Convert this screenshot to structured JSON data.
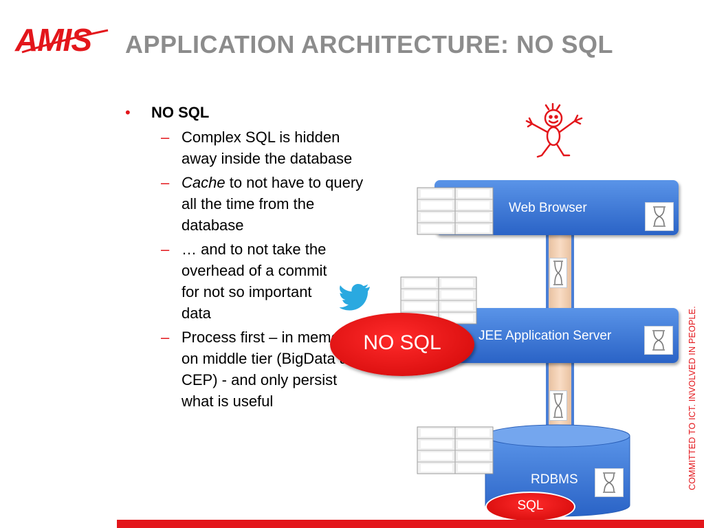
{
  "slide": {
    "title": "APPLICATION ARCHITECTURE: NO SQL",
    "logo_text": "AMIS",
    "slogan": "COMMITTED TO ICT. INVOLVED IN PEOPLE.",
    "bullets": {
      "main": "NO SQL",
      "sub1": "Complex SQL is hidden away inside the database",
      "sub2_em": "Cache",
      "sub2_rest": " to not have to query all the time from the database",
      "sub3": "… and to not take the overhead of a commit for not so important data",
      "sub4": "Process first – in memory, on middle tier (BigData and CEP) - and only persist what is useful"
    }
  },
  "diagram": {
    "web_browser": "Web Browser",
    "app_server": "JEE Application Server",
    "nosql": "NO SQL",
    "rdbms": "RDBMS",
    "sql": "SQL",
    "icons": [
      "stick-figure-icon",
      "twitter-bird-icon",
      "shelf-icon",
      "hourglass-icon"
    ]
  },
  "colors": {
    "brand_red": "#e3161b",
    "title_grey": "#8c8c8c",
    "tier_blue": "#3a74d8"
  }
}
